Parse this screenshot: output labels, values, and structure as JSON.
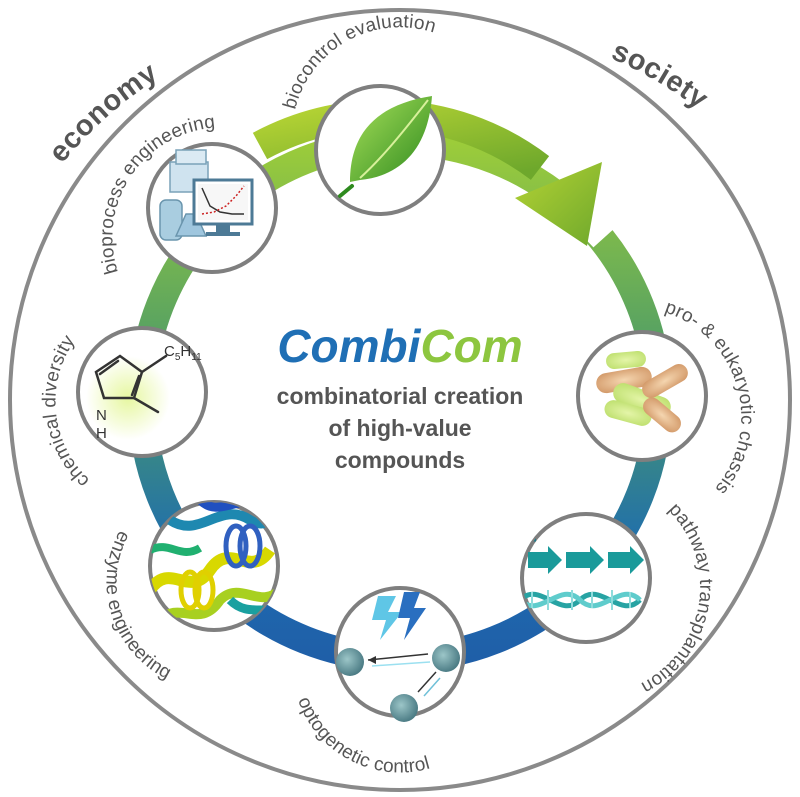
{
  "title": {
    "part1": "Combi",
    "part2": "Com",
    "color1": "#1f6fb5",
    "color2": "#8dc63f"
  },
  "subtitle": {
    "line1": "combinatorial creation",
    "line2": "of high-value",
    "line3": "compounds"
  },
  "outer_labels": {
    "left": "economy",
    "right": "society"
  },
  "nodes": [
    {
      "id": "biocontrol",
      "label": "biocontrol evaluation",
      "icon": "leaf-icon"
    },
    {
      "id": "chassis",
      "label": "pro- & eukaryotic chassis",
      "icon": "bacteria-icon"
    },
    {
      "id": "pathway",
      "label": "pathway transplantation",
      "icon": "dna-arrows-icon"
    },
    {
      "id": "optogenetic",
      "label": "optogenetic control",
      "icon": "lightning-network-icon"
    },
    {
      "id": "enzyme",
      "label": "enzyme engineering",
      "icon": "protein-ribbon-icon"
    },
    {
      "id": "chemical",
      "label": "chemical diversity",
      "icon": "pyrrole-molecule-icon"
    },
    {
      "id": "bioprocess",
      "label": "bioprocess engineering",
      "icon": "bioreactor-monitor-icon"
    }
  ],
  "molecule": {
    "substituent": "C",
    "substituent_sub": "5",
    "substituent_tail": "H",
    "substituent_tail_sub": "11",
    "nh": "N",
    "h": "H"
  },
  "colors": {
    "cycle_green": "#8dc63f",
    "cycle_blue": "#1f6fb5",
    "outer_ring": "#8a8a8a",
    "node_border": "#7f7f7f",
    "label_gray": "#555555"
  }
}
